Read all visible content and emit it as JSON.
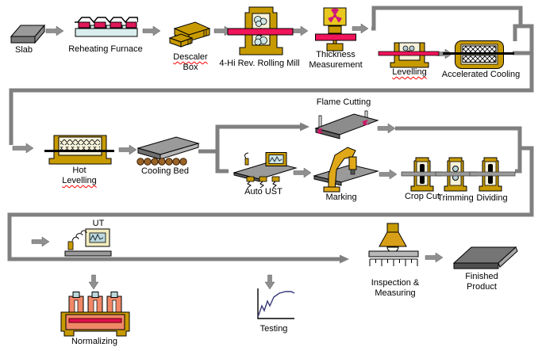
{
  "diagram_name": "Steel plate manufacturing process flow",
  "colors": {
    "connector_gray": "#808080",
    "arrow_gray": "#8F8F8F",
    "machine_gold": "#C79A00",
    "machine_cream": "#F6F2DA",
    "hot_plate_pink": "#F0145A",
    "furnace_slab_crimson": "#E0175A",
    "cool_light_blue": "#CFE6E6",
    "furnace_coral": "#F08868",
    "plate_gray": "#9A9A9A",
    "robot_arm_gold": "#E0A818",
    "curve_navy": "#383878",
    "spellcheck_red": "#FF0000",
    "background": "#FFFFFF"
  },
  "nodes": {
    "slab": {
      "label_lines": [
        "Slab"
      ]
    },
    "reheating_furnace": {
      "label_lines": [
        "Reheating Furnace"
      ]
    },
    "descaler_box": {
      "label_lines": [
        "Descaler",
        "Box"
      ]
    },
    "rolling_mill": {
      "label_lines": [
        "4-Hi Rev. Rolling Mill"
      ]
    },
    "thickness_measurement": {
      "label_lines": [
        "Thickness",
        "Measurement"
      ]
    },
    "levelling": {
      "label_lines": [
        "Levelling"
      ]
    },
    "accelerated_cooling": {
      "label_lines": [
        "Accelerated Cooling"
      ]
    },
    "hot_levelling": {
      "label_lines": [
        "Hot",
        "Levelling"
      ]
    },
    "cooling_bed": {
      "label_lines": [
        "Cooling Bed"
      ]
    },
    "flame_cutting": {
      "label_lines": [
        "Flame Cutting"
      ]
    },
    "auto_ust": {
      "label_lines": [
        "Auto UST"
      ]
    },
    "marking": {
      "label_lines": [
        "Marking"
      ]
    },
    "crop_cut": {
      "label_lines": [
        "Crop Cut"
      ]
    },
    "trimming": {
      "label_lines": [
        "Trimming"
      ]
    },
    "dividing": {
      "label_lines": [
        "Dividing"
      ]
    },
    "ut": {
      "label_lines": [
        "UT"
      ]
    },
    "normalizing": {
      "label_lines": [
        "Normalizing"
      ]
    },
    "testing": {
      "label_lines": [
        "Testing"
      ]
    },
    "inspection_measuring": {
      "label_lines": [
        "Inspection &",
        "Measuring"
      ]
    },
    "finished_product": {
      "label_lines": [
        "Finished",
        "Product"
      ]
    }
  }
}
